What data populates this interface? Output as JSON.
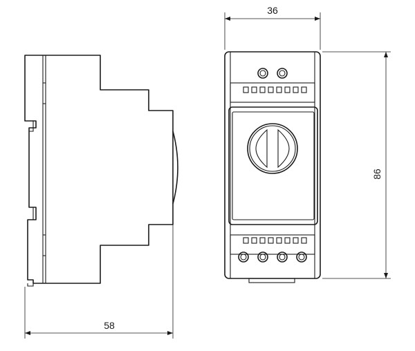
{
  "dimensions": {
    "width_top": "36",
    "height_right": "86",
    "depth_bottom": "58"
  }
}
